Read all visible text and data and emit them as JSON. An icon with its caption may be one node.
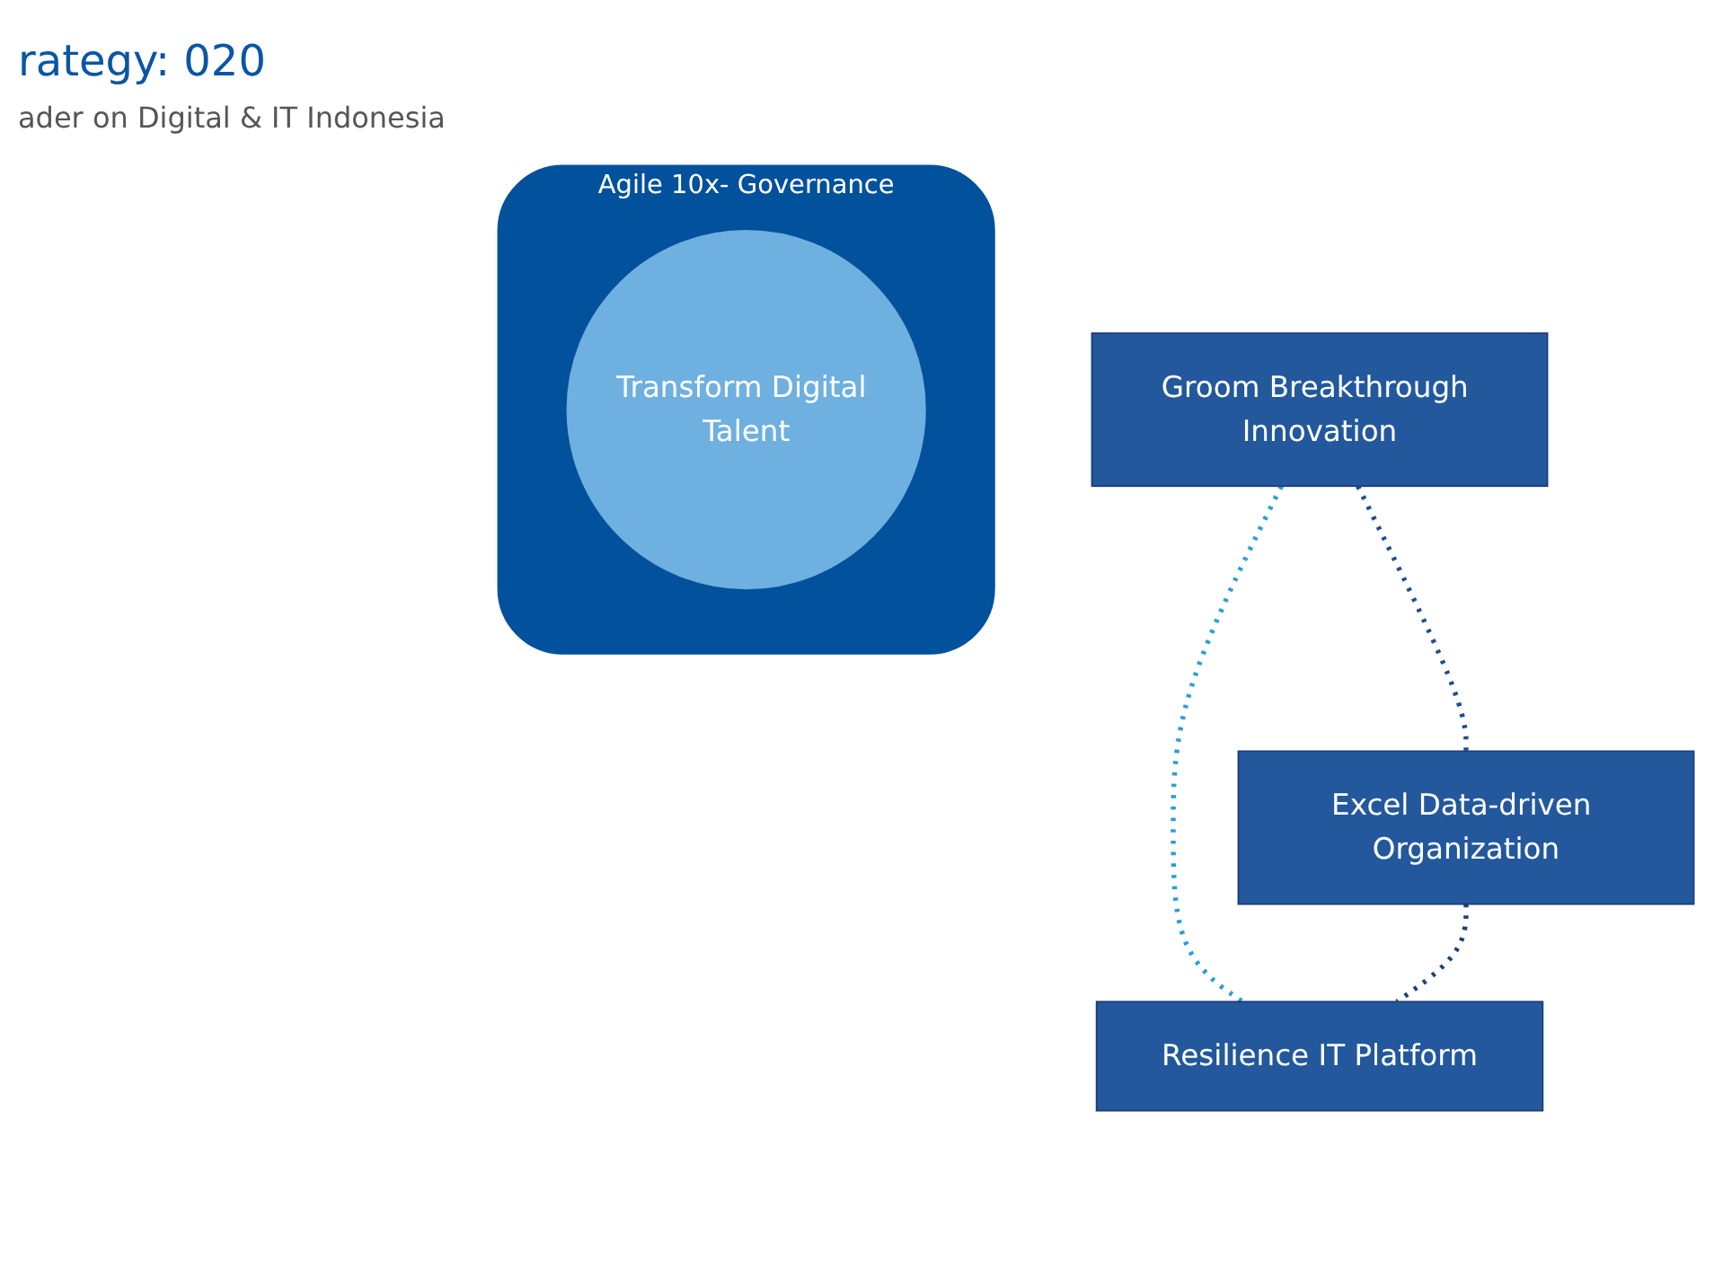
{
  "diagram": {
    "title": "rategy: 020",
    "nodes": [
      {
        "text": [
          "Groom Breakthrough Innovation"
        ]
      },
      {
        "text": [
          "Excel Data-driven Organization"
        ]
      },
      {
        "text": [
          "Resilience IT Platform"
        ]
      },
      {
        "text": [
          "Agile 10x- Governance"
        ]
      },
      {
        "text": [
          "Transform Digital Talent"
        ],
        "in": 3
      }
    ],
    "edges": [
      {
        "from": 0,
        "to": 1,
        "arrow": "none",
        "style": "dashed",
        "color": "#1f4e8c"
      },
      {
        "from": 0,
        "to": 2,
        "arrow": "none",
        "style": "dashed",
        "color": "#2a9fd6"
      },
      {
        "from": 1,
        "to": 2,
        "arrow": "none",
        "style": "dashed",
        "color": "#1f3f7a"
      }
    ],
    "labels": [
      "ader on Digital & IT Indonesia"
    ]
  }
}
